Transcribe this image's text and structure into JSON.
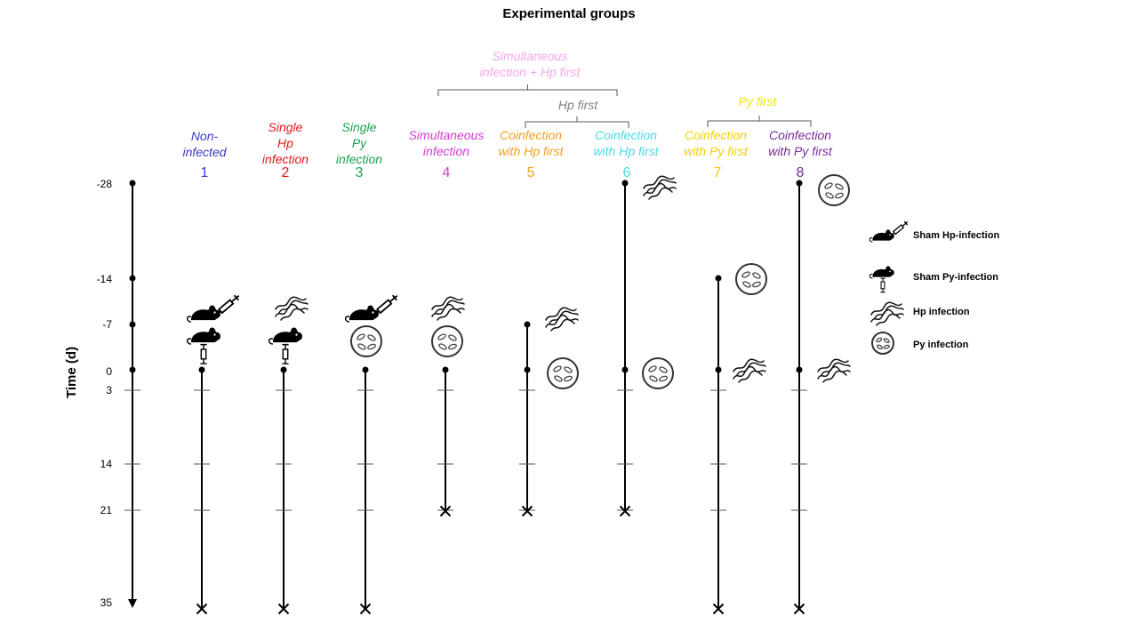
{
  "title": "Experimental groups",
  "axis": {
    "title": "Time (d)",
    "ticks": [
      "-28",
      "-14",
      "-7",
      "0",
      "3",
      "14",
      "21",
      "35"
    ]
  },
  "brackets": {
    "simultaneous_hp_first": {
      "label": "Simultaneous\ninfection + Hp first",
      "color": "#f4a6f0"
    },
    "hp_first": {
      "label": "Hp first",
      "color": "#7f7f7f"
    },
    "py_first": {
      "label": "Py first",
      "color": "#f2e600"
    }
  },
  "groups": [
    {
      "number": "1",
      "label": "Non-\ninfected",
      "color": "#3b3bc8"
    },
    {
      "number": "2",
      "label": "Single\nHp\ninfection",
      "color": "#e01818"
    },
    {
      "number": "3",
      "label": "Single\nPy\ninfection",
      "color": "#1aa050"
    },
    {
      "number": "4",
      "label": "Simultaneous\ninfection",
      "color": "#d23cd2"
    },
    {
      "number": "5",
      "label": "Coinfection\nwith Hp first",
      "color": "#f0a020"
    },
    {
      "number": "6",
      "label": "Coinfection\nwith Hp first",
      "color": "#4ad8e8"
    },
    {
      "number": "7",
      "label": "Coinfection\nwith Py first",
      "color": "#f2d000"
    },
    {
      "number": "8",
      "label": "Coinfection\nwith Py first",
      "color": "#7a2a9a"
    }
  ],
  "legend": {
    "sham_hp": "Sham Hp-infection",
    "sham_py": "Sham Py-infection",
    "hp": "Hp infection",
    "py": "Py infection"
  }
}
